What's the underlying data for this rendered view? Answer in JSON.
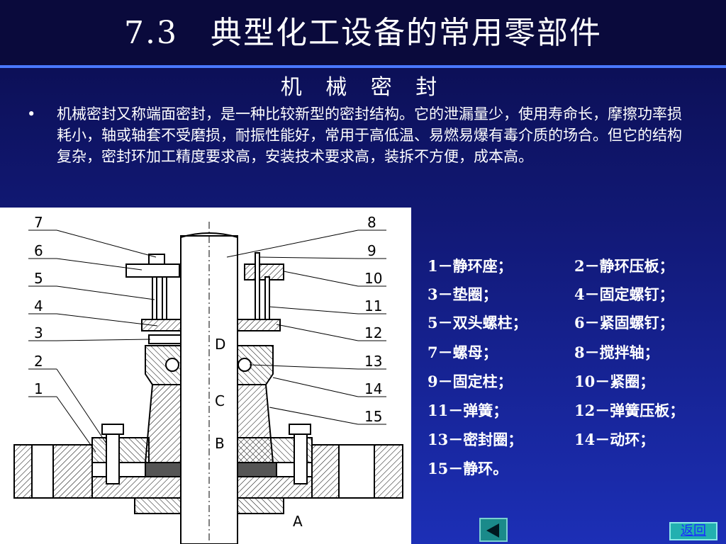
{
  "slide": {
    "title": "7.3　典型化工设备的常用零部件",
    "subtitle": "机 械 密 封",
    "bullet_symbol": "•",
    "bullet_text": "机械密封又称端面密封，是一种比较新型的密封结构。它的泄漏量少，使用寿命长，摩擦功率损耗小，轴或轴套不受磨损，耐振性能好，常用于高低温、易燃易爆有毒介质的场合。但它的结构复杂，密封环加工精度要求高，安装技术要求高，装拆不方便，成本高。"
  },
  "figure": {
    "left_callouts": [
      "7",
      "6",
      "5",
      "4",
      "3",
      "2",
      "1"
    ],
    "right_callouts": [
      "8",
      "9",
      "10",
      "11",
      "12",
      "13",
      "14",
      "15"
    ],
    "section_labels": [
      "D",
      "C",
      "B",
      "A"
    ]
  },
  "legend": {
    "rows": [
      [
        "1－静环座；",
        "2－静环压板；"
      ],
      [
        "3－垫圈；",
        "4－固定螺钉；"
      ],
      [
        "5－双头螺柱；",
        "6－紧固螺钉；"
      ],
      [
        "7－螺母；",
        "8－搅拌轴；"
      ],
      [
        "9－固定柱；",
        "10－紧圈；"
      ],
      [
        "11－弹簧；",
        "12－弹簧压板；"
      ],
      [
        "13－密封圈；",
        "14－动环；"
      ],
      [
        "15－静环。",
        ""
      ]
    ]
  },
  "nav": {
    "back_icon": "triangle-left-icon",
    "return_label": "返回"
  }
}
